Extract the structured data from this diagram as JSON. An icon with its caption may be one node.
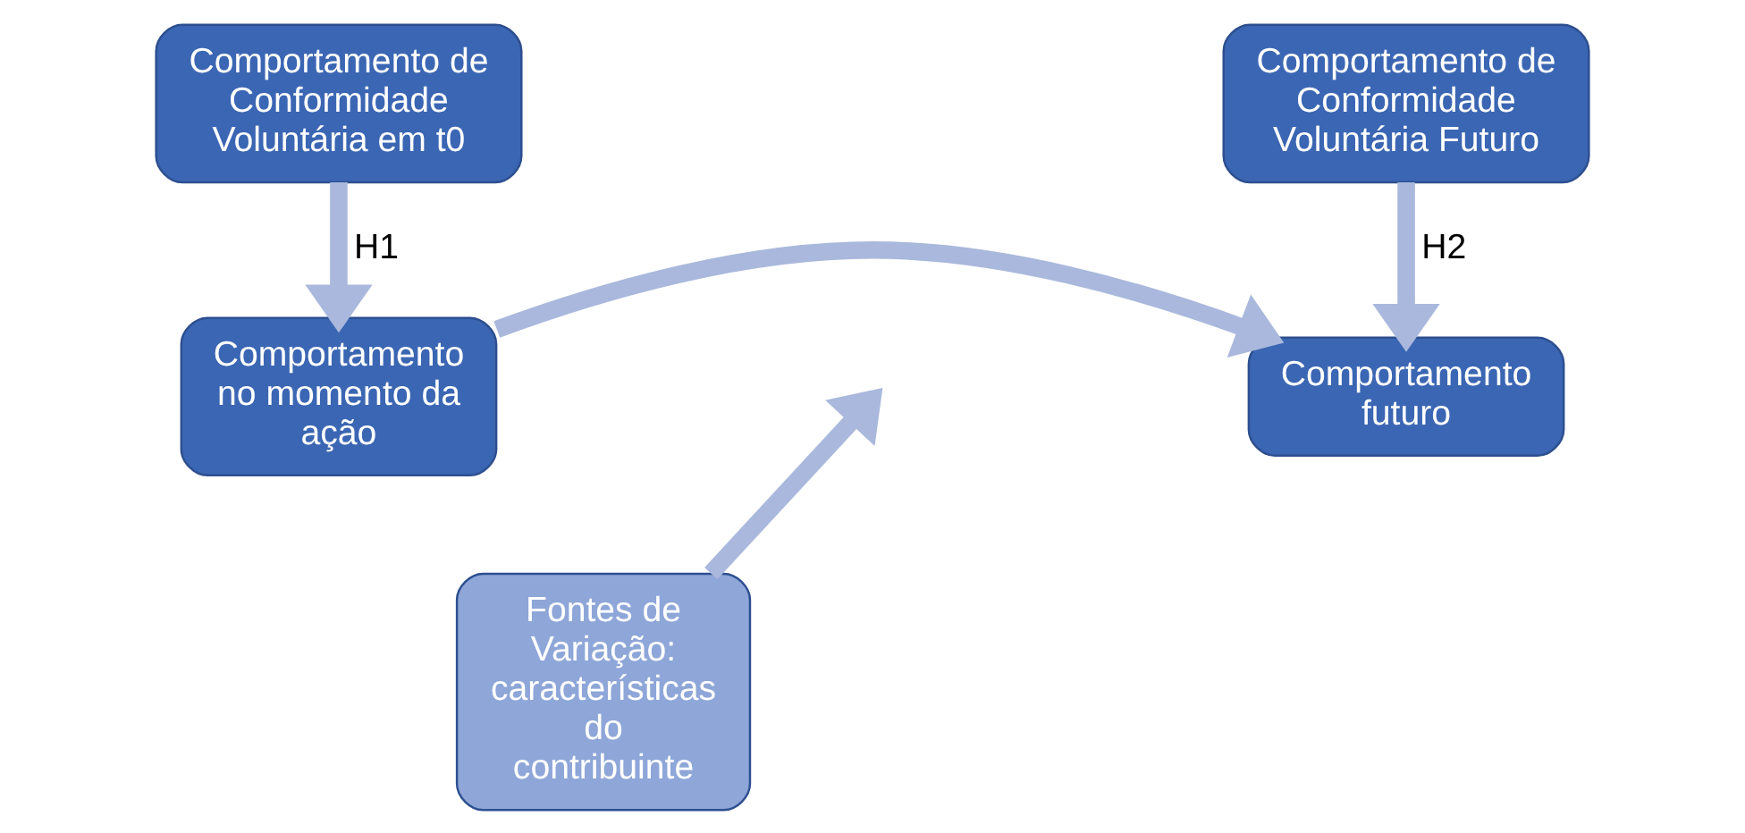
{
  "diagram": {
    "nodes": [
      {
        "text": [
          "Comportamento de Conformidade Voluntária em t0"
        ]
      },
      {
        "text": [
          "Comportamento no momento da ação"
        ]
      },
      {
        "text": [
          "Comportamento de Conformidade Voluntária Futuro"
        ]
      },
      {
        "text": [
          "Comportamento futuro"
        ]
      },
      {
        "text": [
          "Fontes de Variação: características do contribuinte"
        ]
      }
    ],
    "edges": [
      {
        "from": 0,
        "to": 1,
        "arrow": "to",
        "label": "H1"
      },
      {
        "from": 2,
        "to": 3,
        "arrow": "to",
        "label": "H2"
      },
      {
        "from": 1,
        "to": 3,
        "arrow": "to"
      },
      {
        "from": 4,
        "to": null,
        "arrow": "to"
      }
    ]
  }
}
